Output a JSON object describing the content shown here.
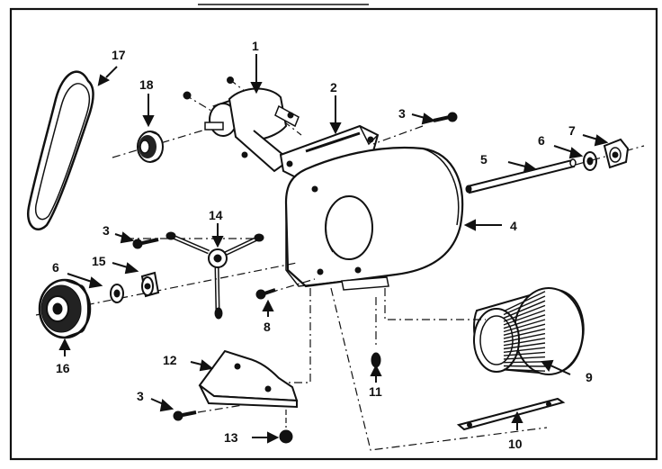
{
  "diagram": {
    "part_labels": {
      "p1": "1",
      "p2": "2",
      "p3a": "3",
      "p3b": "3",
      "p3c": "3",
      "p4": "4",
      "p5": "5",
      "p6a": "6",
      "p6b": "6",
      "p7": "7",
      "p8": "8",
      "p9": "9",
      "p10": "10",
      "p11": "11",
      "p12": "12",
      "p13": "13",
      "p14": "14",
      "p15": "15",
      "p16": "16",
      "p17": "17",
      "p18": "18"
    }
  }
}
